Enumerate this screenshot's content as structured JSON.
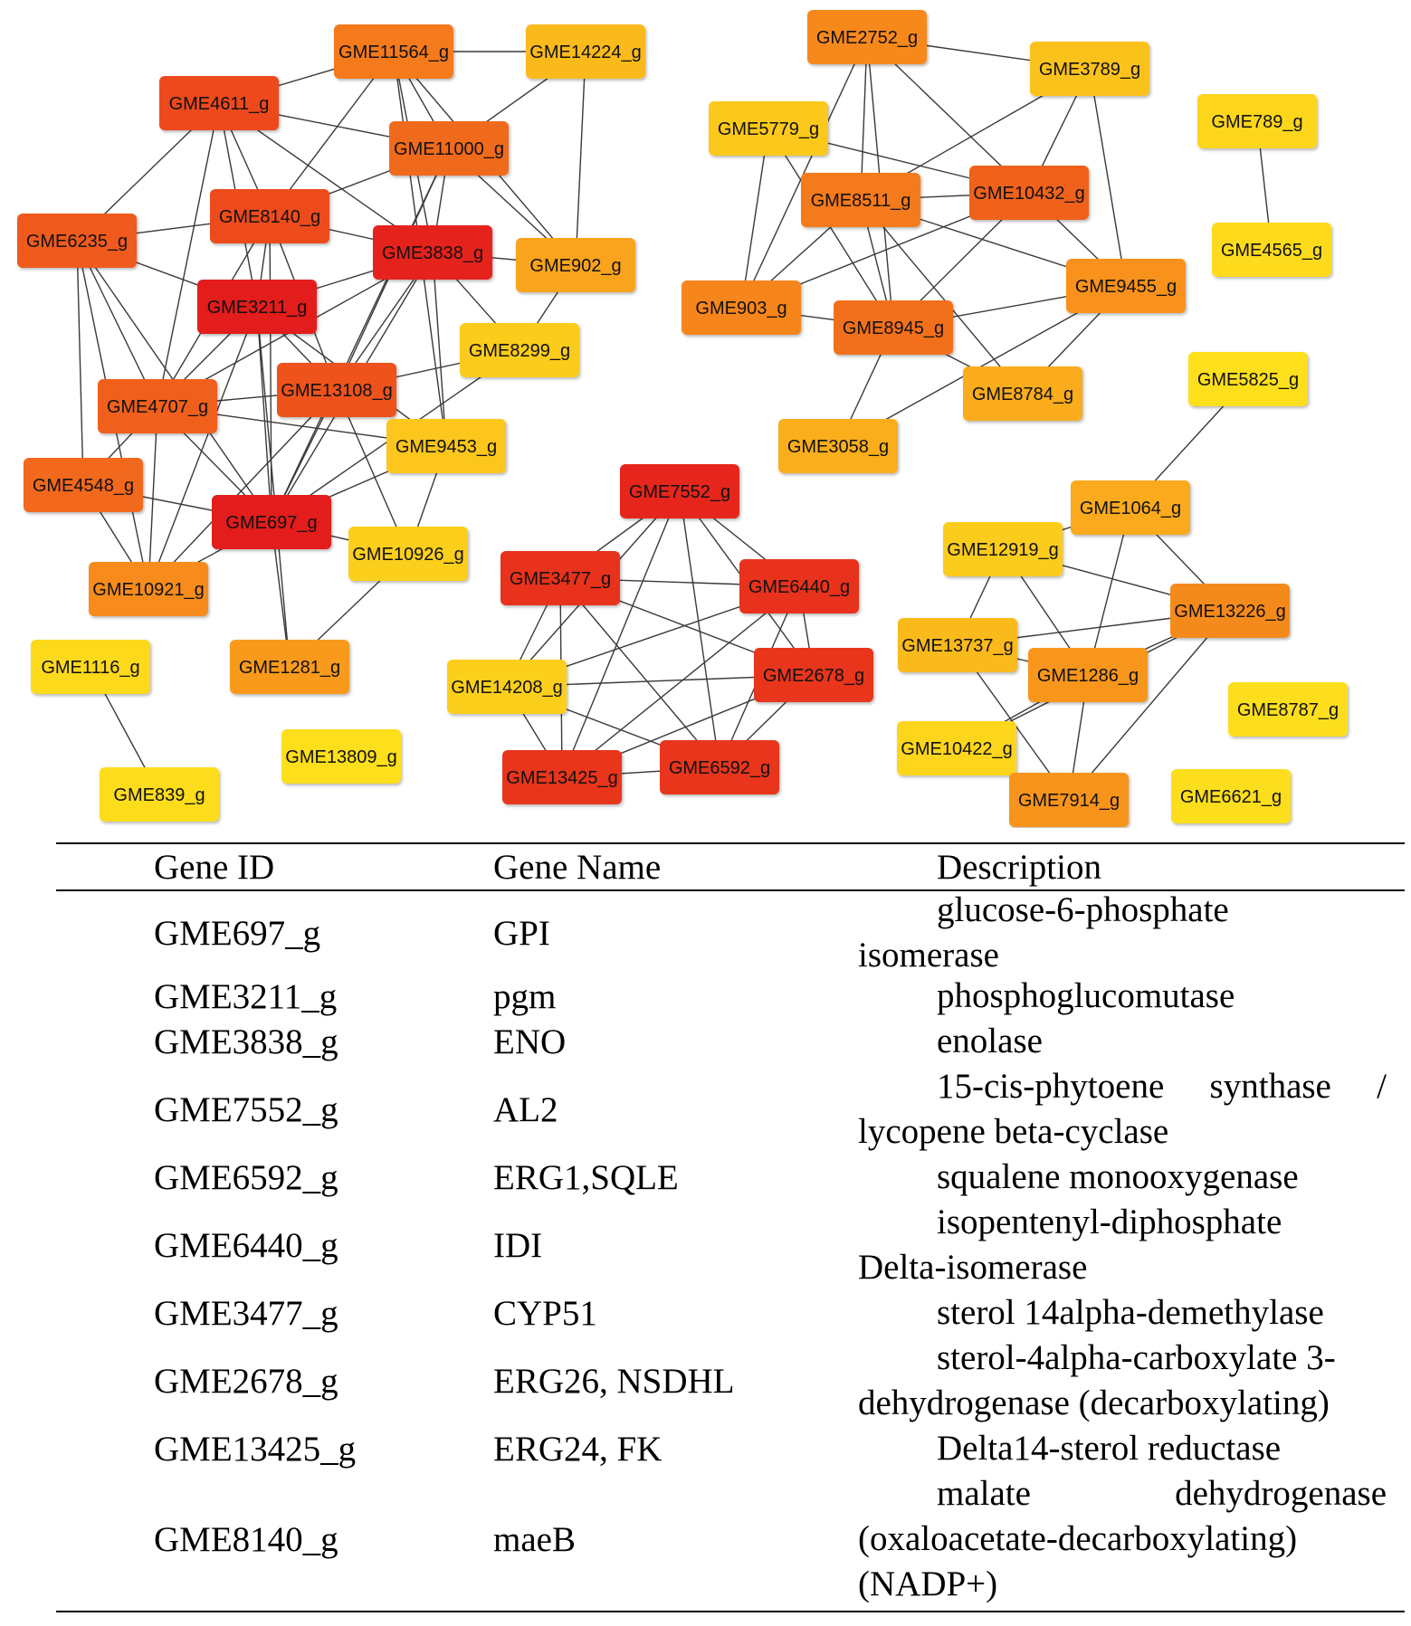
{
  "network": {
    "nodes": [
      {
        "id": "GME11564_g",
        "color": "#F47A1F"
      },
      {
        "id": "GME14224_g",
        "color": "#FBBA1E"
      },
      {
        "id": "GME4611_g",
        "color": "#EE4A1F"
      },
      {
        "id": "GME11000_g",
        "color": "#F06A1F"
      },
      {
        "id": "GME8140_g",
        "color": "#ED4B1F"
      },
      {
        "id": "GME6235_g",
        "color": "#F05A1F"
      },
      {
        "id": "GME3838_g",
        "color": "#E6231F"
      },
      {
        "id": "GME902_g",
        "color": "#F9A41E"
      },
      {
        "id": "GME3211_g",
        "color": "#E31D1F"
      },
      {
        "id": "GME8299_g",
        "color": "#FCCC1E"
      },
      {
        "id": "GME13108_g",
        "color": "#EE531F"
      },
      {
        "id": "GME4707_g",
        "color": "#F0601F"
      },
      {
        "id": "GME9453_g",
        "color": "#FCC61E"
      },
      {
        "id": "GME4548_g",
        "color": "#F2681F"
      },
      {
        "id": "GME697_g",
        "color": "#E31D1F"
      },
      {
        "id": "GME10926_g",
        "color": "#FCCF1E"
      },
      {
        "id": "GME10921_g",
        "color": "#F78C1E"
      },
      {
        "id": "GME1116_g",
        "color": "#FDD91E"
      },
      {
        "id": "GME1281_g",
        "color": "#F99A1E"
      },
      {
        "id": "GME839_g",
        "color": "#FDDC1E"
      },
      {
        "id": "GME13809_g",
        "color": "#FDDF1E"
      },
      {
        "id": "GME2752_g",
        "color": "#F7891E"
      },
      {
        "id": "GME3789_g",
        "color": "#FCC21E"
      },
      {
        "id": "GME5779_g",
        "color": "#FCC81E"
      },
      {
        "id": "GME789_g",
        "color": "#FDD61E"
      },
      {
        "id": "GME8511_g",
        "color": "#F57A1E"
      },
      {
        "id": "GME10432_g",
        "color": "#F0621F"
      },
      {
        "id": "GME4565_g",
        "color": "#FDDB1E"
      },
      {
        "id": "GME9455_g",
        "color": "#F8921E"
      },
      {
        "id": "GME903_g",
        "color": "#F6851E"
      },
      {
        "id": "GME8945_g",
        "color": "#F2701F"
      },
      {
        "id": "GME8784_g",
        "color": "#FAAC1E"
      },
      {
        "id": "GME5825_g",
        "color": "#FDDF1E"
      },
      {
        "id": "GME3058_g",
        "color": "#FAAE1E"
      },
      {
        "id": "GME7552_g",
        "color": "#E6261F"
      },
      {
        "id": "GME3477_g",
        "color": "#E8301F"
      },
      {
        "id": "GME6440_g",
        "color": "#E8321F"
      },
      {
        "id": "GME1064_g",
        "color": "#FAAA1E"
      },
      {
        "id": "GME12919_g",
        "color": "#FCCC1E"
      },
      {
        "id": "GME13226_g",
        "color": "#F58A1E"
      },
      {
        "id": "GME13737_g",
        "color": "#FBBA1E"
      },
      {
        "id": "GME2678_g",
        "color": "#E8341F"
      },
      {
        "id": "GME14208_g",
        "color": "#FCCF1E"
      },
      {
        "id": "GME1286_g",
        "color": "#F8961E"
      },
      {
        "id": "GME8787_g",
        "color": "#FDDE1E"
      },
      {
        "id": "GME10422_g",
        "color": "#FDD61E"
      },
      {
        "id": "GME13425_g",
        "color": "#E8341F"
      },
      {
        "id": "GME6592_g",
        "color": "#E8341F"
      },
      {
        "id": "GME7914_g",
        "color": "#F8941E"
      },
      {
        "id": "GME6621_g",
        "color": "#FDDE1E"
      }
    ],
    "edges": [
      [
        "GME11564_g",
        "GME14224_g"
      ],
      [
        "GME11564_g",
        "GME4611_g"
      ],
      [
        "GME11564_g",
        "GME11000_g"
      ],
      [
        "GME11564_g",
        "GME8140_g"
      ],
      [
        "GME11564_g",
        "GME3838_g"
      ],
      [
        "GME11564_g",
        "GME902_g"
      ],
      [
        "GME11564_g",
        "GME9453_g"
      ],
      [
        "GME14224_g",
        "GME11000_g"
      ],
      [
        "GME14224_g",
        "GME902_g"
      ],
      [
        "GME4611_g",
        "GME11000_g"
      ],
      [
        "GME4611_g",
        "GME6235_g"
      ],
      [
        "GME4611_g",
        "GME8140_g"
      ],
      [
        "GME4611_g",
        "GME3838_g"
      ],
      [
        "GME4611_g",
        "GME3211_g"
      ],
      [
        "GME4611_g",
        "GME4707_g"
      ],
      [
        "GME11000_g",
        "GME8140_g"
      ],
      [
        "GME11000_g",
        "GME3838_g"
      ],
      [
        "GME11000_g",
        "GME902_g"
      ],
      [
        "GME11000_g",
        "GME13108_g"
      ],
      [
        "GME11000_g",
        "GME697_g"
      ],
      [
        "GME8140_g",
        "GME3838_g"
      ],
      [
        "GME8140_g",
        "GME3211_g"
      ],
      [
        "GME8140_g",
        "GME4707_g"
      ],
      [
        "GME8140_g",
        "GME13108_g"
      ],
      [
        "GME8140_g",
        "GME697_g"
      ],
      [
        "GME8140_g",
        "GME6235_g"
      ],
      [
        "GME6235_g",
        "GME3211_g"
      ],
      [
        "GME6235_g",
        "GME4707_g"
      ],
      [
        "GME6235_g",
        "GME4548_g"
      ],
      [
        "GME6235_g",
        "GME697_g"
      ],
      [
        "GME6235_g",
        "GME10921_g"
      ],
      [
        "GME3838_g",
        "GME3211_g"
      ],
      [
        "GME3838_g",
        "GME902_g"
      ],
      [
        "GME3838_g",
        "GME8299_g"
      ],
      [
        "GME3838_g",
        "GME13108_g"
      ],
      [
        "GME3838_g",
        "GME697_g"
      ],
      [
        "GME3838_g",
        "GME9453_g"
      ],
      [
        "GME3838_g",
        "GME4707_g"
      ],
      [
        "GME902_g",
        "GME8299_g"
      ],
      [
        "GME3211_g",
        "GME4707_g"
      ],
      [
        "GME3211_g",
        "GME13108_g"
      ],
      [
        "GME3211_g",
        "GME697_g"
      ],
      [
        "GME3211_g",
        "GME10921_g"
      ],
      [
        "GME3211_g",
        "GME9453_g"
      ],
      [
        "GME3211_g",
        "GME1281_g"
      ],
      [
        "GME8299_g",
        "GME13108_g"
      ],
      [
        "GME8299_g",
        "GME697_g"
      ],
      [
        "GME13108_g",
        "GME4707_g"
      ],
      [
        "GME13108_g",
        "GME697_g"
      ],
      [
        "GME13108_g",
        "GME10921_g"
      ],
      [
        "GME13108_g",
        "GME10926_g"
      ],
      [
        "GME4707_g",
        "GME9453_g"
      ],
      [
        "GME4707_g",
        "GME4548_g"
      ],
      [
        "GME4707_g",
        "GME697_g"
      ],
      [
        "GME4707_g",
        "GME10921_g"
      ],
      [
        "GME9453_g",
        "GME697_g"
      ],
      [
        "GME9453_g",
        "GME10926_g"
      ],
      [
        "GME4548_g",
        "GME697_g"
      ],
      [
        "GME4548_g",
        "GME10921_g"
      ],
      [
        "GME697_g",
        "GME10921_g"
      ],
      [
        "GME697_g",
        "GME1281_g"
      ],
      [
        "GME697_g",
        "GME10926_g"
      ],
      [
        "GME10926_g",
        "GME1281_g"
      ],
      [
        "GME1116_g",
        "GME839_g"
      ],
      [
        "GME2752_g",
        "GME3789_g"
      ],
      [
        "GME2752_g",
        "GME8511_g"
      ],
      [
        "GME2752_g",
        "GME903_g"
      ],
      [
        "GME2752_g",
        "GME8945_g"
      ],
      [
        "GME2752_g",
        "GME10432_g"
      ],
      [
        "GME3789_g",
        "GME10432_g"
      ],
      [
        "GME3789_g",
        "GME9455_g"
      ],
      [
        "GME3789_g",
        "GME8511_g"
      ],
      [
        "GME5779_g",
        "GME10432_g"
      ],
      [
        "GME5779_g",
        "GME903_g"
      ],
      [
        "GME5779_g",
        "GME8945_g"
      ],
      [
        "GME789_g",
        "GME4565_g"
      ],
      [
        "GME8511_g",
        "GME10432_g"
      ],
      [
        "GME8511_g",
        "GME903_g"
      ],
      [
        "GME8511_g",
        "GME8945_g"
      ],
      [
        "GME8511_g",
        "GME9455_g"
      ],
      [
        "GME8511_g",
        "GME8784_g"
      ],
      [
        "GME10432_g",
        "GME9455_g"
      ],
      [
        "GME10432_g",
        "GME8945_g"
      ],
      [
        "GME10432_g",
        "GME903_g"
      ],
      [
        "GME9455_g",
        "GME8945_g"
      ],
      [
        "GME9455_g",
        "GME8784_g"
      ],
      [
        "GME9455_g",
        "GME3058_g"
      ],
      [
        "GME903_g",
        "GME8945_g"
      ],
      [
        "GME8945_g",
        "GME8784_g"
      ],
      [
        "GME8945_g",
        "GME3058_g"
      ],
      [
        "GME7552_g",
        "GME3477_g"
      ],
      [
        "GME7552_g",
        "GME6440_g"
      ],
      [
        "GME7552_g",
        "GME2678_g"
      ],
      [
        "GME7552_g",
        "GME14208_g"
      ],
      [
        "GME7552_g",
        "GME13425_g"
      ],
      [
        "GME7552_g",
        "GME6592_g"
      ],
      [
        "GME3477_g",
        "GME6440_g"
      ],
      [
        "GME3477_g",
        "GME2678_g"
      ],
      [
        "GME3477_g",
        "GME14208_g"
      ],
      [
        "GME3477_g",
        "GME13425_g"
      ],
      [
        "GME3477_g",
        "GME6592_g"
      ],
      [
        "GME6440_g",
        "GME2678_g"
      ],
      [
        "GME6440_g",
        "GME14208_g"
      ],
      [
        "GME6440_g",
        "GME13425_g"
      ],
      [
        "GME6440_g",
        "GME6592_g"
      ],
      [
        "GME2678_g",
        "GME14208_g"
      ],
      [
        "GME2678_g",
        "GME13425_g"
      ],
      [
        "GME2678_g",
        "GME6592_g"
      ],
      [
        "GME14208_g",
        "GME13425_g"
      ],
      [
        "GME14208_g",
        "GME6592_g"
      ],
      [
        "GME13425_g",
        "GME6592_g"
      ],
      [
        "GME5825_g",
        "GME1064_g"
      ],
      [
        "GME1064_g",
        "GME12919_g"
      ],
      [
        "GME1064_g",
        "GME13226_g"
      ],
      [
        "GME1064_g",
        "GME1286_g"
      ],
      [
        "GME12919_g",
        "GME13737_g"
      ],
      [
        "GME12919_g",
        "GME1286_g"
      ],
      [
        "GME12919_g",
        "GME13226_g"
      ],
      [
        "GME13226_g",
        "GME13737_g"
      ],
      [
        "GME13226_g",
        "GME1286_g"
      ],
      [
        "GME13226_g",
        "GME10422_g"
      ],
      [
        "GME13226_g",
        "GME7914_g"
      ],
      [
        "GME13737_g",
        "GME1286_g"
      ],
      [
        "GME13737_g",
        "GME7914_g"
      ],
      [
        "GME1286_g",
        "GME10422_g"
      ],
      [
        "GME1286_g",
        "GME7914_g"
      ],
      [
        "GME10422_g",
        "GME7914_g"
      ]
    ]
  },
  "table": {
    "headers": [
      "Gene ID",
      "Gene Name",
      "Description"
    ],
    "rows": [
      {
        "id": "GME697_g",
        "name": "GPI",
        "d1": "glucose-6-phosphate",
        "d2": "isomerase",
        "d3": ""
      },
      {
        "id": "GME3211_g",
        "name": "pgm",
        "d1": "phosphoglucomutase",
        "d2": "",
        "d3": ""
      },
      {
        "id": "GME3838_g",
        "name": "ENO",
        "d1": "enolase",
        "d2": "",
        "d3": ""
      },
      {
        "id": "GME7552_g",
        "name": "AL2",
        "d1": "15-cis-phytoene synthase /",
        "d2": "lycopene beta-cyclase",
        "d3": ""
      },
      {
        "id": "GME6592_g",
        "name": "ERG1,SQLE",
        "d1": "squalene monooxygenase",
        "d2": "",
        "d3": ""
      },
      {
        "id": "GME6440_g",
        "name": "IDI",
        "d1": "isopentenyl-diphosphate",
        "d2": "Delta-isomerase",
        "d3": ""
      },
      {
        "id": "GME3477_g",
        "name": "CYP51",
        "d1": "sterol 14alpha-demethylase",
        "d2": "",
        "d3": ""
      },
      {
        "id": "GME2678_g",
        "name": "ERG26, NSDHL",
        "d1": "sterol-4alpha-carboxylate 3-",
        "d2": "dehydrogenase (decarboxylating)",
        "d3": ""
      },
      {
        "id": "GME13425_g",
        "name": "ERG24, FK",
        "d1": "Delta14-sterol reductase",
        "d2": "",
        "d3": ""
      },
      {
        "id": "GME8140_g",
        "name": "maeB",
        "d1": "malate dehydrogenase",
        "d2": "(oxaloacetate-decarboxylating)",
        "d3": "(NADP+)"
      }
    ]
  }
}
